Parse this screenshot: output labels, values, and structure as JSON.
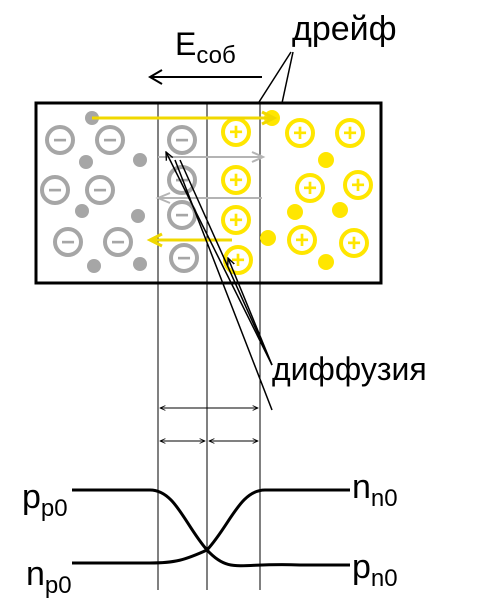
{
  "labels": {
    "field_main": "E",
    "field_sub": "соб",
    "drift": "дрейф",
    "diffusion": "диффузия",
    "pp0_main": "p",
    "pp0_sub": "p0",
    "np0_main": "n",
    "np0_sub": "p0",
    "nn0_main": "n",
    "nn0_sub": "n0",
    "pn0_main": "p",
    "pn0_sub": "n0"
  },
  "symbols": {
    "minus": "−",
    "plus": "+"
  },
  "colors": {
    "p_ion": "#a6a6a6",
    "p_carrier": "#a6a6a6",
    "n_ion": "#ffe600",
    "n_carrier": "#ffe600",
    "drift_arrow": "#f0d800",
    "diff_arrow": "#b4b4b4",
    "outline": "#000000"
  }
}
